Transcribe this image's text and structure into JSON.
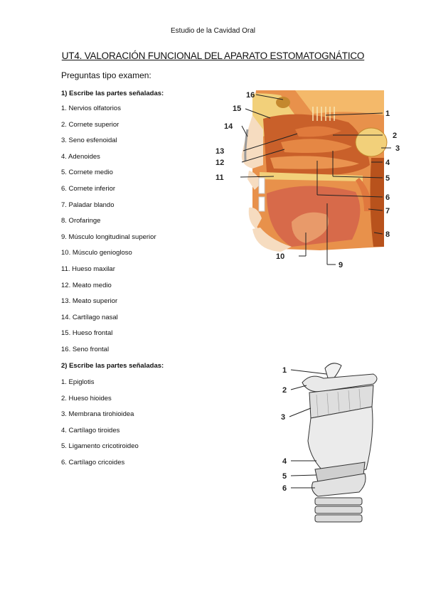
{
  "header": "Estudio de la Cavidad Oral",
  "title": "UT4. VALORACIÓN FUNCIONAL DEL APARATO ESTOMATOGNÁTICO",
  "subtitle": "Preguntas tipo examen:",
  "q1": {
    "number": "1",
    "text": ") Escribe las partes señaladas:",
    "items": [
      "1. Nervios olfatorios",
      "2. Cornete superior",
      "3. Seno esfenoidal",
      "4. Adenoides",
      "5. Cornete medio",
      "6. Cornete inferior",
      "7. Paladar blando",
      "8. Orofaringe",
      "9. Músculo longitudinal superior",
      "10. Músculo geniogloso",
      "11. Hueso maxilar",
      "12. Meato medio",
      "13. Meato superior",
      "14. Cartílago nasal",
      "15. Hueso frontal",
      "16. Seno frontal"
    ],
    "figure_labels": [
      "1",
      "2",
      "3",
      "4",
      "5",
      "6",
      "7",
      "8",
      "9",
      "10",
      "11",
      "12",
      "13",
      "14",
      "15",
      "16"
    ]
  },
  "q2": {
    "number": "2",
    "text": ") Escribe las partes señaladas:",
    "items": [
      "1. Epiglotis",
      "2. Hueso hioides",
      "3. Membrana tirohioidea",
      "4. Cartílago tiroides",
      "5. Ligamento cricotiroideo",
      "6. Cartílago cricoides"
    ],
    "figure_labels": [
      "1",
      "2",
      "3",
      "4",
      "5",
      "6"
    ]
  },
  "colors": {
    "tissue_dark": "#b8521c",
    "tissue_mid": "#d9773a",
    "tissue_light": "#f0a45c",
    "bone": "#f2d07a",
    "skin": "#f6dcc0",
    "tongue": "#d76a4a"
  }
}
